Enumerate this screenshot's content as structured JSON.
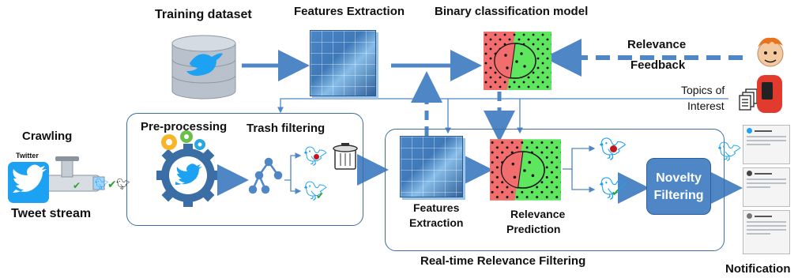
{
  "labels": {
    "training_dataset": "Training dataset",
    "features_extraction_top": "Features Extraction",
    "binary_model": "Binary classification model",
    "relevance_feedback_1": "Relevance",
    "relevance_feedback_2": "Feedback",
    "topics_1": "Topics of",
    "topics_2": "Interest",
    "crawling": "Crawling",
    "twitter": "Twitter",
    "tweet_stream": "Tweet stream",
    "preprocessing": "Pre-processing",
    "trash_filtering": "Trash filtering",
    "features_extraction_bottom_1": "Features",
    "features_extraction_bottom_2": "Extraction",
    "relevance_prediction_1": "Relevance",
    "relevance_prediction_2": "Prediction",
    "novelty_1": "Novelty",
    "novelty_2": "Filtering",
    "realtime": "Real-time Relevance Filtering",
    "notification": "Notification"
  },
  "colors": {
    "arrow_blue": "#4f86c6",
    "box_border": "#3a6ea5",
    "twitter_blue": "#1da1f2",
    "class_red": "#f26d6d",
    "class_green": "#5ee65e",
    "relevant_check": "#2ea02e",
    "irrelevant_bug": "#c0161c"
  },
  "icons": [
    "database-icon",
    "data-cube-icon",
    "classifier-plot-icon",
    "user-icon",
    "documents-icon",
    "tap-icon",
    "gear-icon",
    "tree-icon",
    "trash-icon",
    "twitter-bird-icon",
    "notification-card-icon"
  ]
}
